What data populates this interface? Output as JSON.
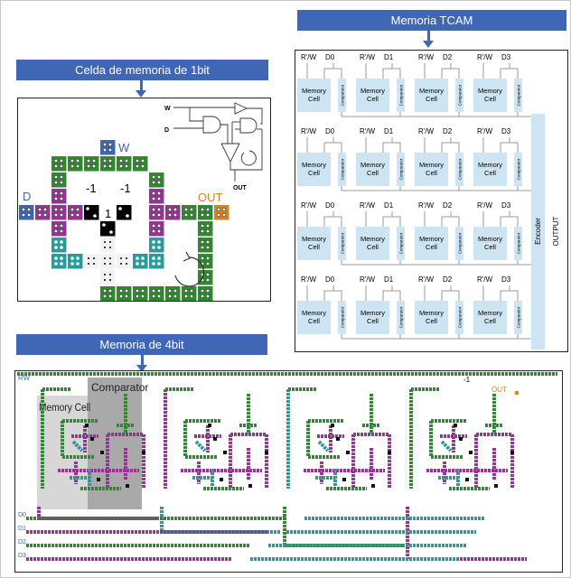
{
  "banners": {
    "cell_1bit": "Celda de memoria de 1bit",
    "tcam": "Memoria TCAM",
    "mem_4bit": "Memoria de 4bit"
  },
  "cell_1bit": {
    "labels": {
      "w": "W",
      "d": "D",
      "out": "OUT",
      "neg1a": "-1",
      "neg1b": "-1",
      "one": "1"
    },
    "circuit": {
      "w": "W",
      "d": "D",
      "out": "OUT"
    }
  },
  "tcam": {
    "columns": [
      {
        "rw": "R'/W",
        "d": "D0"
      },
      {
        "rw": "R'/W",
        "d": "D1"
      },
      {
        "rw": "R'/W",
        "d": "D2"
      },
      {
        "rw": "R'/W",
        "d": "D3"
      }
    ],
    "rows": 4,
    "memory_cell": "Memory Cell",
    "comparator": "Comparator",
    "encoder": "Encoder",
    "output": "OUTPUT"
  },
  "mem_4bit": {
    "rw": "RW",
    "memory_cell": "Memory Cell",
    "comparator": "Comparator",
    "data_lines": [
      "D0",
      "D1",
      "D2",
      "D3"
    ],
    "neg1": "-1",
    "out": "OUT"
  },
  "colors": {
    "banner": "#3f67b5",
    "green": "#2f8a2f",
    "purple": "#983396",
    "teal": "#2a9a9a",
    "blue": "#3b68b0",
    "orange": "#d9821e",
    "cell": "#cde4f2"
  }
}
